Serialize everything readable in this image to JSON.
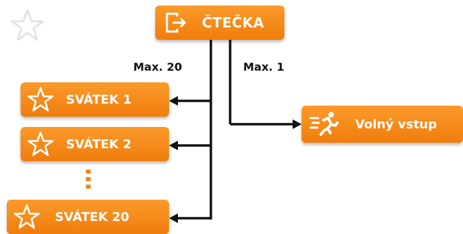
{
  "source_node": {
    "label": "ČTEČKA",
    "icon": "door-exit-icon"
  },
  "edge_labels": {
    "holidays": "Max. 20",
    "free_entry": "Max. 1"
  },
  "holiday_nodes": [
    {
      "label": "SVÁTEK 1",
      "icon": "star-icon"
    },
    {
      "label": "SVÁTEK 2",
      "icon": "star-icon"
    },
    {
      "label": "SVÁTEK 20",
      "icon": "star-icon"
    }
  ],
  "free_entry_node": {
    "label": "Volný vstup",
    "icon": "running-person-icon"
  },
  "colors": {
    "node_fill": "#f58a16",
    "wire": "#111111",
    "text": "#ffffff"
  }
}
